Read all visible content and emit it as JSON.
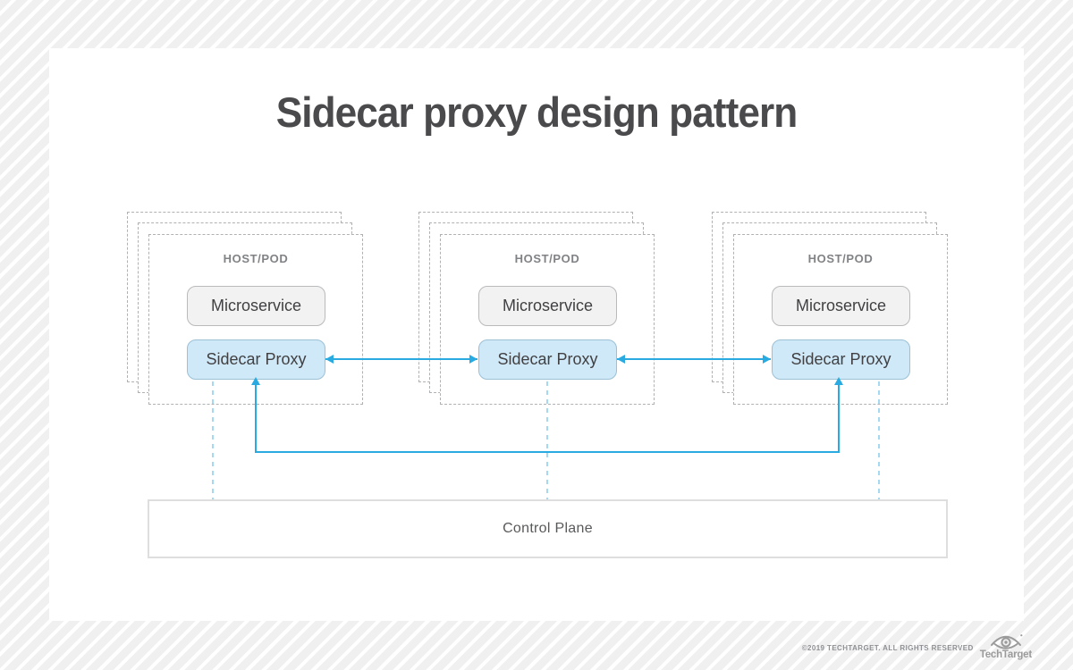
{
  "title": "Sidecar proxy design pattern",
  "diagram": {
    "groups": [
      {
        "label": "HOST/POD",
        "microservice": "Microservice",
        "proxy": "Sidecar Proxy"
      },
      {
        "label": "HOST/POD",
        "microservice": "Microservice",
        "proxy": "Sidecar Proxy"
      },
      {
        "label": "HOST/POD",
        "microservice": "Microservice",
        "proxy": "Sidecar Proxy"
      }
    ],
    "connections": [
      {
        "from": "sidecar-proxy-1",
        "to": "sidecar-proxy-2",
        "type": "bidirectional-arrow"
      },
      {
        "from": "sidecar-proxy-2",
        "to": "sidecar-proxy-3",
        "type": "bidirectional-arrow"
      },
      {
        "from": "sidecar-proxy-1",
        "to": "sidecar-proxy-3",
        "type": "bidirectional-loop-arrow"
      },
      {
        "from": "sidecar-proxy-1",
        "to": "control-plane",
        "type": "dashed-link"
      },
      {
        "from": "sidecar-proxy-2",
        "to": "control-plane",
        "type": "dashed-link"
      },
      {
        "from": "sidecar-proxy-3",
        "to": "control-plane",
        "type": "dashed-link"
      }
    ],
    "control_plane": {
      "label": "Control Plane"
    }
  },
  "footer": {
    "copyright": "©2019 TECHTARGET. ALL RIGHTS RESERVED",
    "brand": "TechTarget",
    "logo_icon": "techtarget-eye-icon"
  },
  "colors": {
    "accent_blue": "#29abe2",
    "dashed_link_blue": "#a5d9f2",
    "proxy_fill": "#cfe9f8",
    "proxy_border": "#9cc0d4",
    "microservice_fill": "#f2f2f3",
    "box_dash_gray": "#b0b1b3",
    "title_gray": "#4a4a4c",
    "background_stripe": "#f0f0f1"
  }
}
